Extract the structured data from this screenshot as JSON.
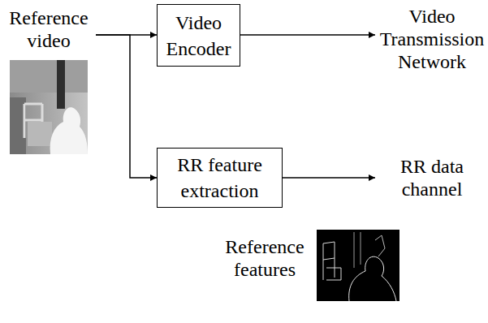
{
  "diagram": {
    "nodes": [
      {
        "text": [
          "Reference video"
        ]
      },
      {
        "text": [
          "Video Encoder"
        ]
      },
      {
        "text": [
          "RR feature extraction"
        ]
      },
      {
        "text": [
          "Reference features"
        ]
      }
    ],
    "edges": [
      {
        "from": 0,
        "to": 1,
        "arrow": "to"
      },
      {
        "from": 0,
        "to": 2,
        "arrow": "to"
      }
    ],
    "labels": [
      "Video Transmission Network",
      "RR data channel"
    ]
  }
}
